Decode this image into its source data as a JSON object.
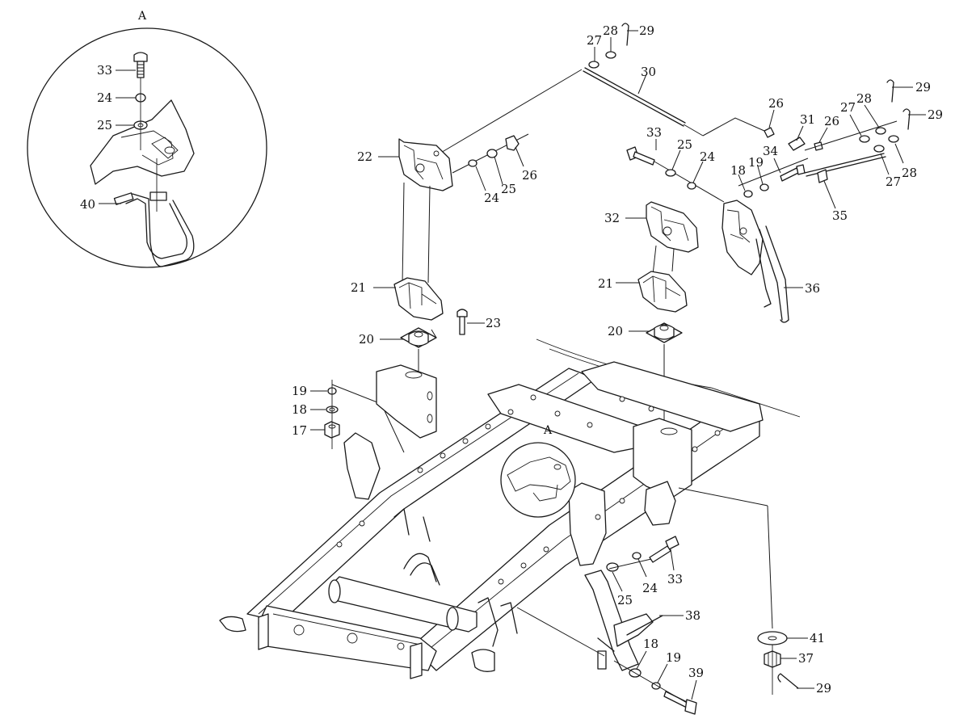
{
  "detail_view": {
    "letter": "A"
  },
  "frame_detail": {
    "letter": "A"
  },
  "callouts": {
    "c33a": "33",
    "c24a": "24",
    "c25a": "25",
    "c40": "40",
    "c27a": "27",
    "c28a": "28",
    "c29a": "29",
    "c30": "30",
    "c22": "22",
    "c24b": "24",
    "c25b": "25",
    "c26a": "26",
    "c21a": "21",
    "c23": "23",
    "c20a": "20",
    "c19a": "19",
    "c18a": "18",
    "c17": "17",
    "c26b": "26",
    "c31": "31",
    "c26c": "26",
    "c27b": "27",
    "c28b": "28",
    "c29b": "29",
    "c29c": "29",
    "c27c": "27",
    "c28c": "28",
    "c33b": "33",
    "c25c": "25",
    "c24c": "24",
    "c34": "34",
    "c19b": "19",
    "c18b": "18",
    "c35": "35",
    "c32": "32",
    "c21b": "21",
    "c36": "36",
    "c20b": "20",
    "c33c": "33",
    "c24d": "24",
    "c25d": "25",
    "c38": "38",
    "c18c": "18",
    "c19c": "19",
    "c39": "39",
    "c41": "41",
    "c37": "37",
    "c29d": "29"
  }
}
